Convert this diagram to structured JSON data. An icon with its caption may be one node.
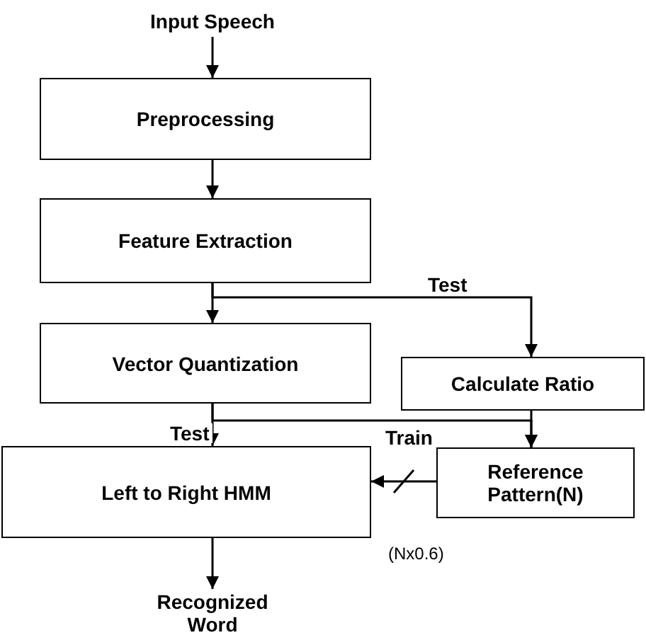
{
  "diagram": {
    "nodes": [
      {
        "text": [
          "Input Speech"
        ]
      },
      {
        "text": [
          "Preprocessing"
        ]
      },
      {
        "text": [
          "Feature Extraction"
        ]
      },
      {
        "text": [
          "Vector Quantization"
        ]
      },
      {
        "text": [
          "Calculate Ratio"
        ]
      },
      {
        "text": [
          "Left to Right HMM"
        ]
      },
      {
        "text": [
          "Reference Pattern(N)"
        ]
      },
      {
        "text": [
          "Recognized Word"
        ]
      }
    ],
    "edges": [
      {
        "from": 0,
        "to": 1,
        "arrow": "to"
      },
      {
        "from": 1,
        "to": 2,
        "arrow": "to"
      },
      {
        "from": 2,
        "to": 3,
        "arrow": "to"
      },
      {
        "from": 2,
        "to": 4,
        "arrow": "to",
        "label": "Test"
      },
      {
        "from": 3,
        "to": 5,
        "arrow": "to",
        "label": "Test"
      },
      {
        "from": 3,
        "to": 6,
        "arrow": "to",
        "label": "Train"
      },
      {
        "from": 4,
        "to": 6,
        "arrow": "to"
      },
      {
        "from": 6,
        "to": 5,
        "arrow": "to"
      },
      {
        "from": 5,
        "to": 7,
        "arrow": "to"
      }
    ],
    "labels": [
      "(Nx0.6)"
    ]
  }
}
